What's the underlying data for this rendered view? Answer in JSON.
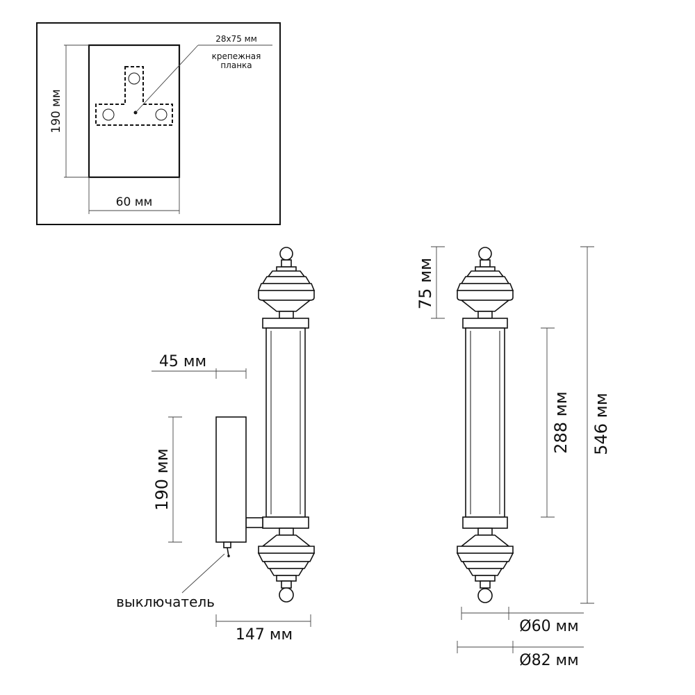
{
  "mount_detail": {
    "height_label": "190 мм",
    "width_label": "60 мм",
    "bracket_size_label": "28x75 мм",
    "bracket_name_line1": "крепежная",
    "bracket_name_line2": "планка"
  },
  "side_view": {
    "offset_label": "45 мм",
    "box_height_label": "190 мм",
    "switch_label": "выключатель",
    "depth_label": "147 мм"
  },
  "front_view": {
    "cap_height_label": "75 мм",
    "tube_length_label": "288 мм",
    "total_height_label": "546 мм",
    "tube_diameter_label": "Ø60 мм",
    "max_diameter_label": "Ø82 мм"
  }
}
